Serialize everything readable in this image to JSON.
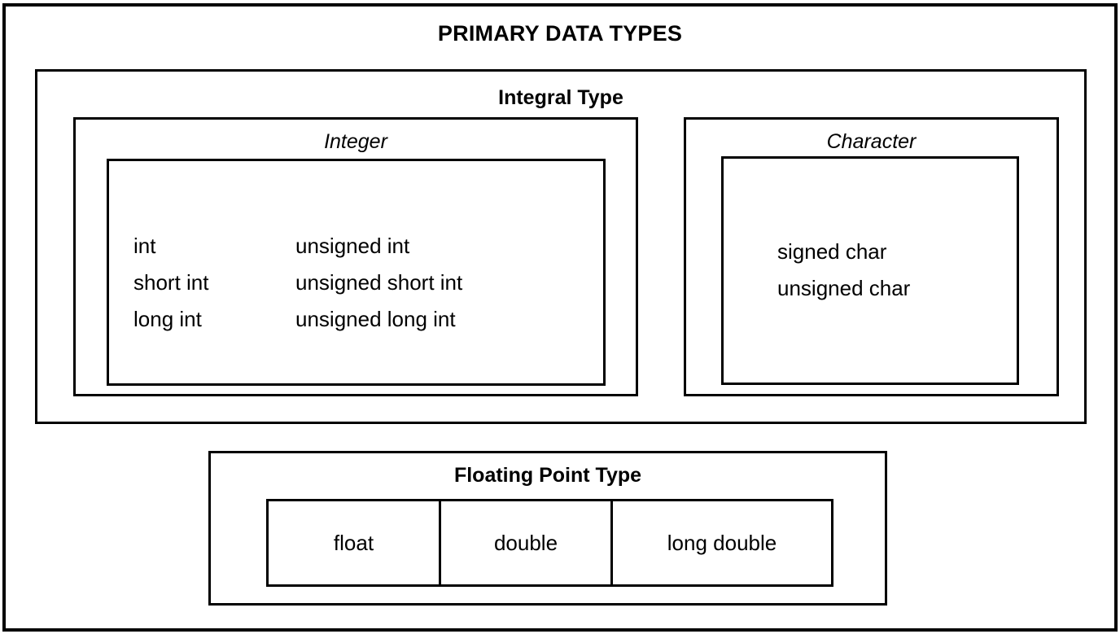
{
  "diagram": {
    "title": "PRIMARY DATA TYPES",
    "integral": {
      "title": "Integral Type",
      "integer": {
        "title": "Integer",
        "left_column": [
          "int",
          "short int",
          "long int"
        ],
        "right_column": [
          "unsigned int",
          "unsigned short int",
          "unsigned long int"
        ]
      },
      "character": {
        "title": "Character",
        "items": [
          "signed char",
          "unsigned char"
        ]
      }
    },
    "floating": {
      "title": "Floating Point Type",
      "cells": [
        "float",
        "double",
        "long double"
      ]
    },
    "colors": {
      "background": "#ffffff",
      "stroke": "#000000",
      "text": "#000000"
    }
  }
}
